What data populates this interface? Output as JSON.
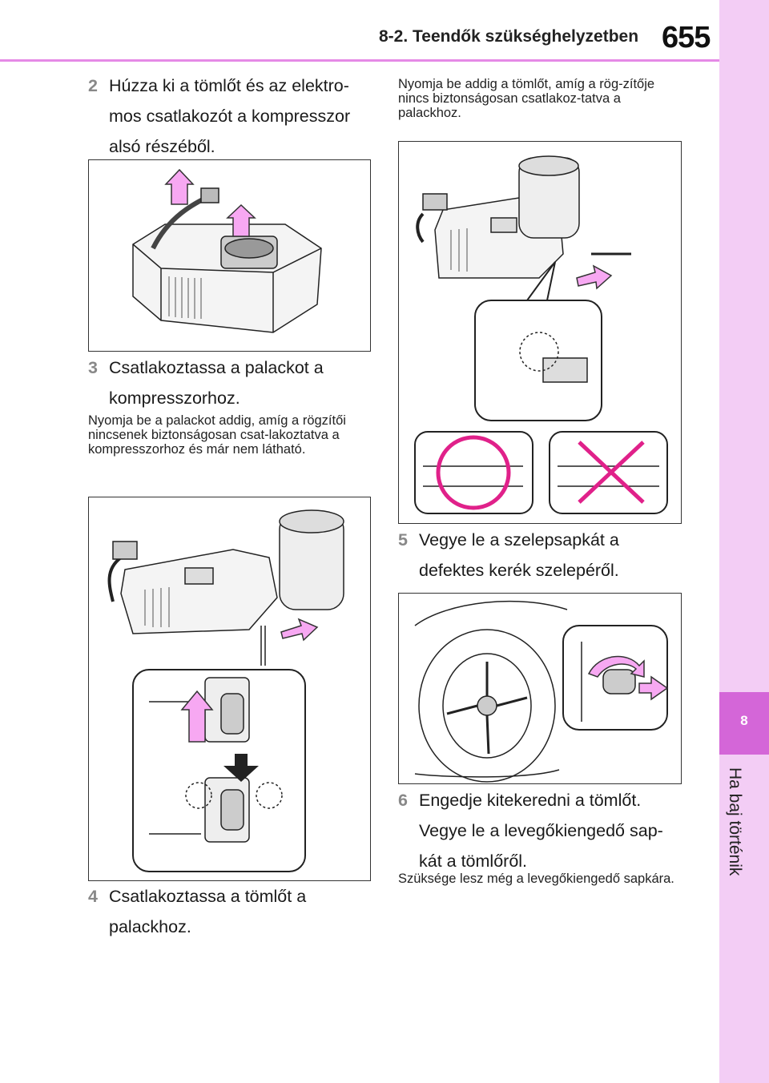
{
  "header": {
    "section": "8-2. Teendők szükséghelyzetben",
    "page_number": "655"
  },
  "side_tab": {
    "chapter_number": "8",
    "chapter_title": "Ha baj történik"
  },
  "left_column": {
    "step2": {
      "number": "2",
      "text": "Húzza ki a tömlőt és az elektro-mos csatlakozót a kompresszor alsó részéből."
    },
    "step3": {
      "number": "3",
      "text": "Csatlakoztassa a palackot a kompresszorhoz."
    },
    "step3_note": "Nyomja be a palackot addig, amíg a rögzítői nincsenek biztonságosan csat-lakoztatva a kompresszorhoz és már nem látható.",
    "step4": {
      "number": "4",
      "text": "Csatlakoztassa a tömlőt a palackhoz."
    }
  },
  "right_column": {
    "step4_note": "Nyomja be addig a tömlőt, amíg a rög-zítője nincs biztonságosan csatlakoz-tatva a palackhoz.",
    "step5": {
      "number": "5",
      "text": "Vegye le a szelepsapkát a defektes kerék szelepéről."
    },
    "step6": {
      "number": "6",
      "text": "Engedje kitekeredni a tömlőt. Vegye le a levegőkiengedő sap-kát a tömlőről."
    },
    "step6_note": "Szüksége lesz még a levegőkiengedő sapkára."
  },
  "colors": {
    "accent_pink": "#e58ae6",
    "side_tab_bg": "#f3cdf5",
    "chapter_box": "#d466d8",
    "correct_mark": "#e0218a"
  }
}
